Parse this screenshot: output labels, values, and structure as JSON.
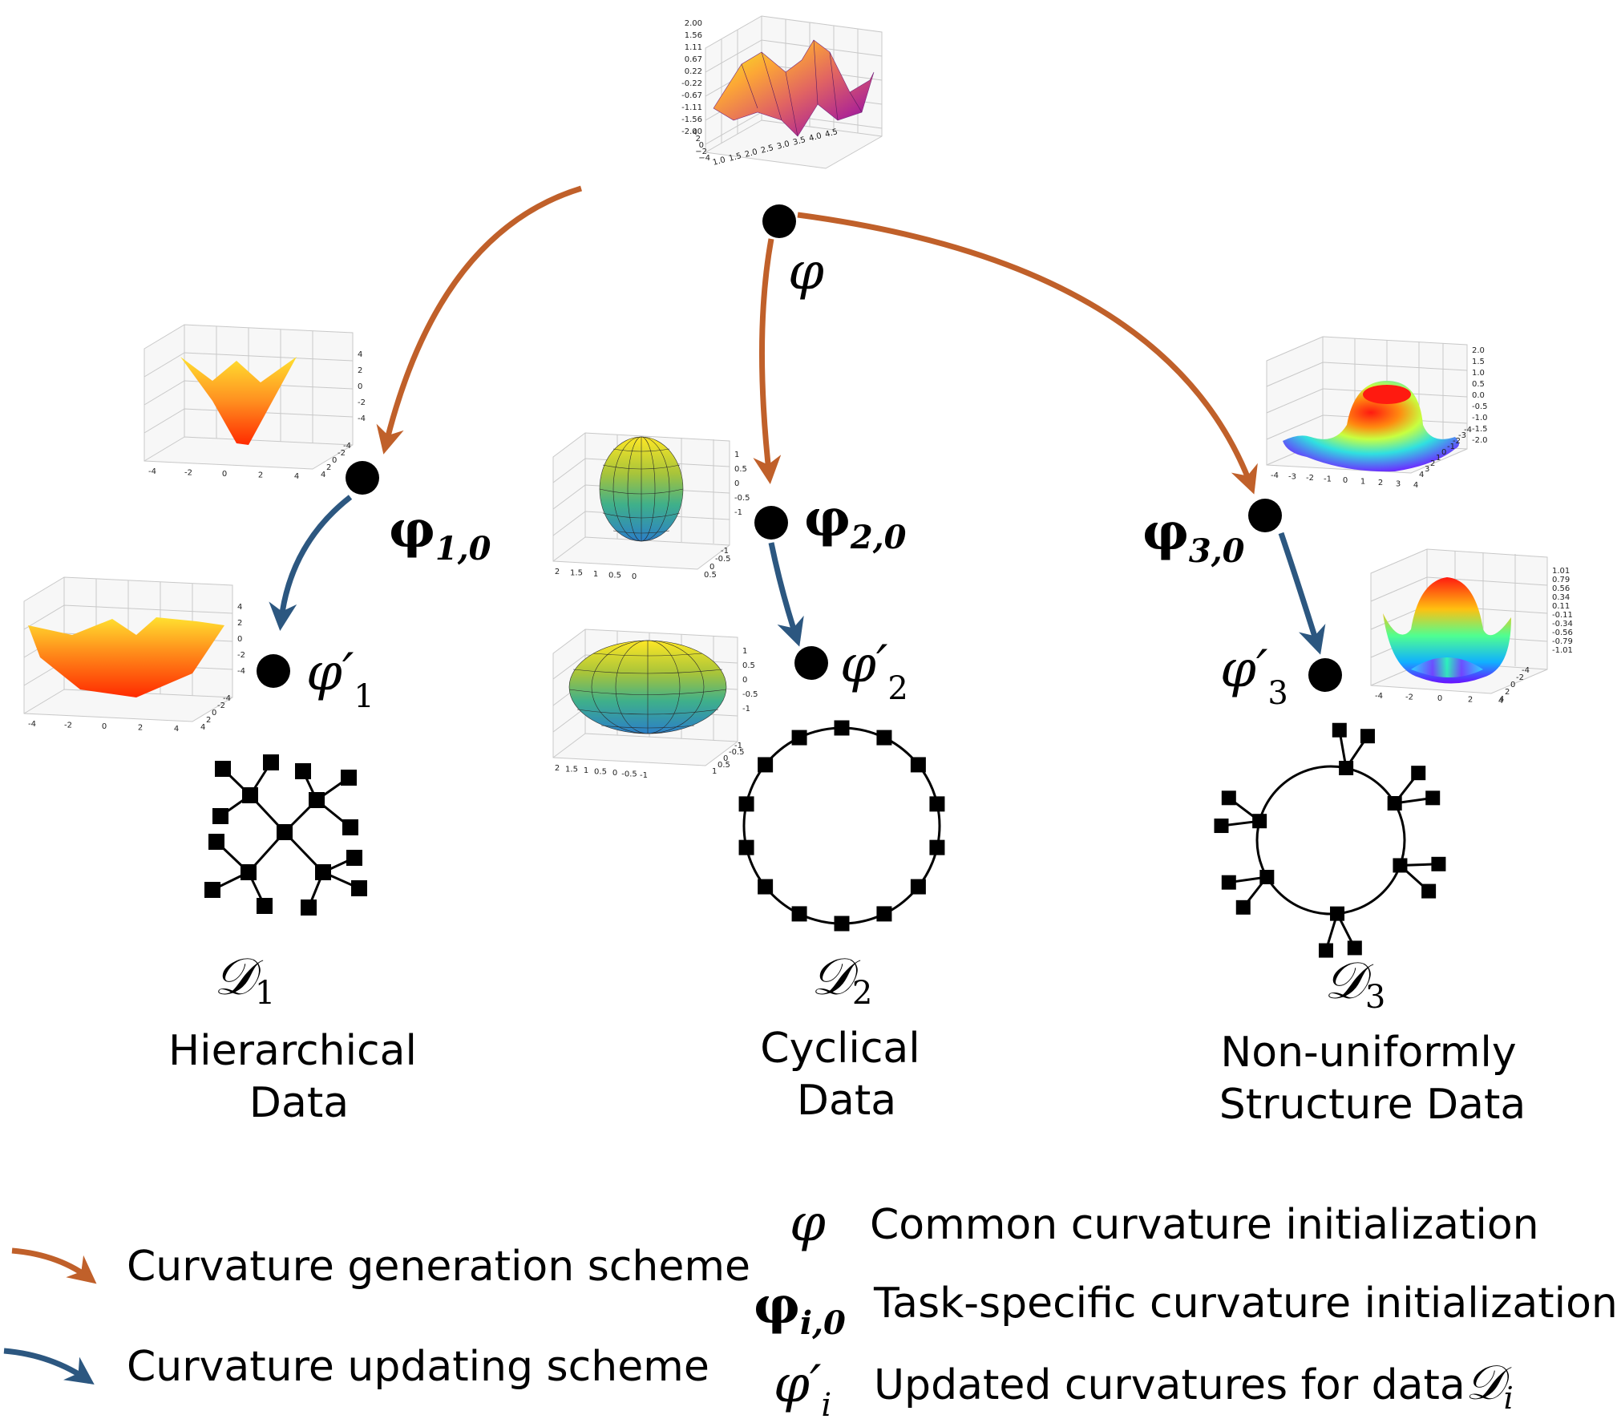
{
  "colors": {
    "generation_arrow": "#C0602A",
    "updating_arrow": "#2C5780",
    "node": "#000000"
  },
  "nodes": {
    "root": {
      "symbol": "φ",
      "sub": ""
    },
    "task1": {
      "symbol": "φ",
      "sub": "1,0"
    },
    "task2": {
      "symbol": "φ",
      "sub": "2,0"
    },
    "task3": {
      "symbol": "φ",
      "sub": "3,0"
    },
    "upd1": {
      "symbol": "φ′",
      "sub": "1"
    },
    "upd2": {
      "symbol": "φ′",
      "sub": "2"
    },
    "upd3": {
      "symbol": "φ′",
      "sub": "3"
    }
  },
  "datasets": [
    {
      "symbol": "𝒟",
      "sub": "1",
      "line1": "Hierarchical",
      "line2": "Data",
      "graph": "tree"
    },
    {
      "symbol": "𝒟",
      "sub": "2",
      "line1": "Cyclical",
      "line2": "Data",
      "graph": "cycle"
    },
    {
      "symbol": "𝒟",
      "sub": "3",
      "line1": "Non-uniformly",
      "line2": "Structure Data",
      "graph": "cycle-with-branches"
    }
  ],
  "plots": {
    "top": {
      "z_ticks": [
        "2.00",
        "1.56",
        "1.11",
        "0.67",
        "0.22",
        "-0.22",
        "-0.67",
        "-1.11",
        "-1.56",
        "-2.00"
      ],
      "x_ticks": [
        "1.0",
        "1.5",
        "2.0",
        "2.5",
        "3.0",
        "3.5",
        "4.0",
        "4.5"
      ],
      "y_ticks": [
        "4",
        "2",
        "0",
        "−2",
        "−4"
      ]
    },
    "task1": {
      "z_ticks": [
        "4",
        "2",
        "0",
        "-2",
        "-4"
      ],
      "x_ticks": [
        "-4",
        "-2",
        "0",
        "2",
        "4"
      ],
      "y_ticks": [
        "4",
        "2",
        "0",
        "-2",
        "-4"
      ]
    },
    "upd1": {
      "z_ticks": [
        "4",
        "2",
        "0",
        "-2",
        "-4"
      ],
      "x_ticks": [
        "-4",
        "-2",
        "0",
        "2",
        "4"
      ],
      "y_ticks": [
        "4",
        "2",
        "0",
        "-2",
        "-4"
      ]
    },
    "task2": {
      "z_ticks": [
        "1",
        "0.5",
        "0",
        "-0.5",
        "-1"
      ],
      "x_ticks": [
        "2",
        "1.5",
        "1",
        "0.5",
        "0"
      ],
      "y_ticks": [
        "0.5",
        "0",
        "-0.5",
        "-1"
      ]
    },
    "upd2": {
      "z_ticks": [
        "1",
        "0.5",
        "0",
        "-0.5",
        "-1"
      ],
      "x_ticks": [
        "2",
        "1.5",
        "1",
        "0.5",
        "0",
        "-0.5",
        "-1"
      ],
      "y_ticks": [
        "1",
        "0.5",
        "0",
        "-0.5",
        "-1"
      ]
    },
    "task3": {
      "z_ticks": [
        "2.0",
        "1.5",
        "1.0",
        "0.5",
        "0.0",
        "-0.5",
        "-1.0",
        "-1.5",
        "-2.0"
      ],
      "x_ticks": [
        "-4",
        "-3",
        "-2",
        "-1",
        "0",
        "1",
        "2",
        "3",
        "4"
      ],
      "y_ticks": [
        "4",
        "3",
        "2",
        "1",
        "0",
        "-1",
        "-2",
        "-3",
        "-4"
      ]
    },
    "upd3": {
      "z_ticks": [
        "1.01",
        "0.79",
        "0.56",
        "0.34",
        "0.11",
        "-0.11",
        "-0.34",
        "-0.56",
        "-0.79",
        "-1.01"
      ],
      "x_ticks": [
        "-4",
        "-2",
        "0",
        "2",
        "4"
      ],
      "y_ticks": [
        "4",
        "2",
        "0",
        "-2",
        "-4"
      ]
    }
  },
  "legend": {
    "generation_label": "Curvature generation scheme",
    "updating_label": "Curvature updating scheme",
    "items": [
      {
        "symbol": "φ",
        "sub": "",
        "label": "Common curvature initialization"
      },
      {
        "symbol": "φ",
        "sub": "i,0",
        "label": "Task-specific curvature initialization"
      },
      {
        "symbol": "φ′",
        "sub": "i",
        "label": "Updated curvatures for data",
        "suffix_symbol": "𝒟",
        "suffix_sub": "i"
      }
    ]
  }
}
